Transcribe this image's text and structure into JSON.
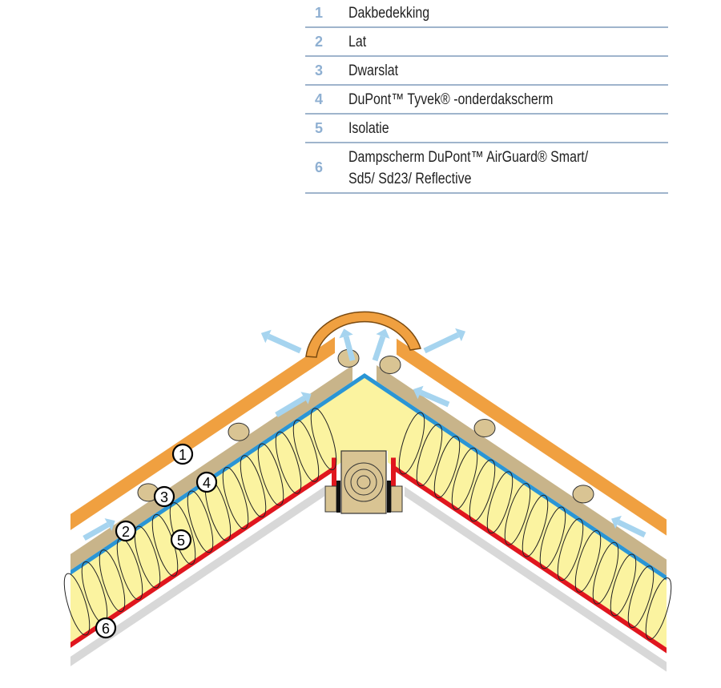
{
  "legend": [
    {
      "number": "1",
      "label": "Dakbedekking"
    },
    {
      "number": "2",
      "label": "Lat"
    },
    {
      "number": "3",
      "label": "Dwarslat"
    },
    {
      "number": "4",
      "label": "DuPont™ Tyvek® -onderdakscherm"
    },
    {
      "number": "5",
      "label": "Isolatie"
    },
    {
      "number": "6",
      "label_line1": "Dampscherm DuPont™ AirGuard® Smart/",
      "label_line2": "Sd5/ Sd23/ Reflective"
    }
  ],
  "callouts": [
    "1",
    "2",
    "3",
    "4",
    "5",
    "6"
  ],
  "colors": {
    "legend_number": "#8fb0d2",
    "legend_rule": "#9fb4cc",
    "tile": "#f0a040",
    "batten": "#c8b48a",
    "membrane": "#2a95d5",
    "insulation": "#fbf3a0",
    "vapour_barrier": "#e0161e",
    "plasterboard": "#d8d8d8",
    "airflow": "#a6d4ef"
  }
}
